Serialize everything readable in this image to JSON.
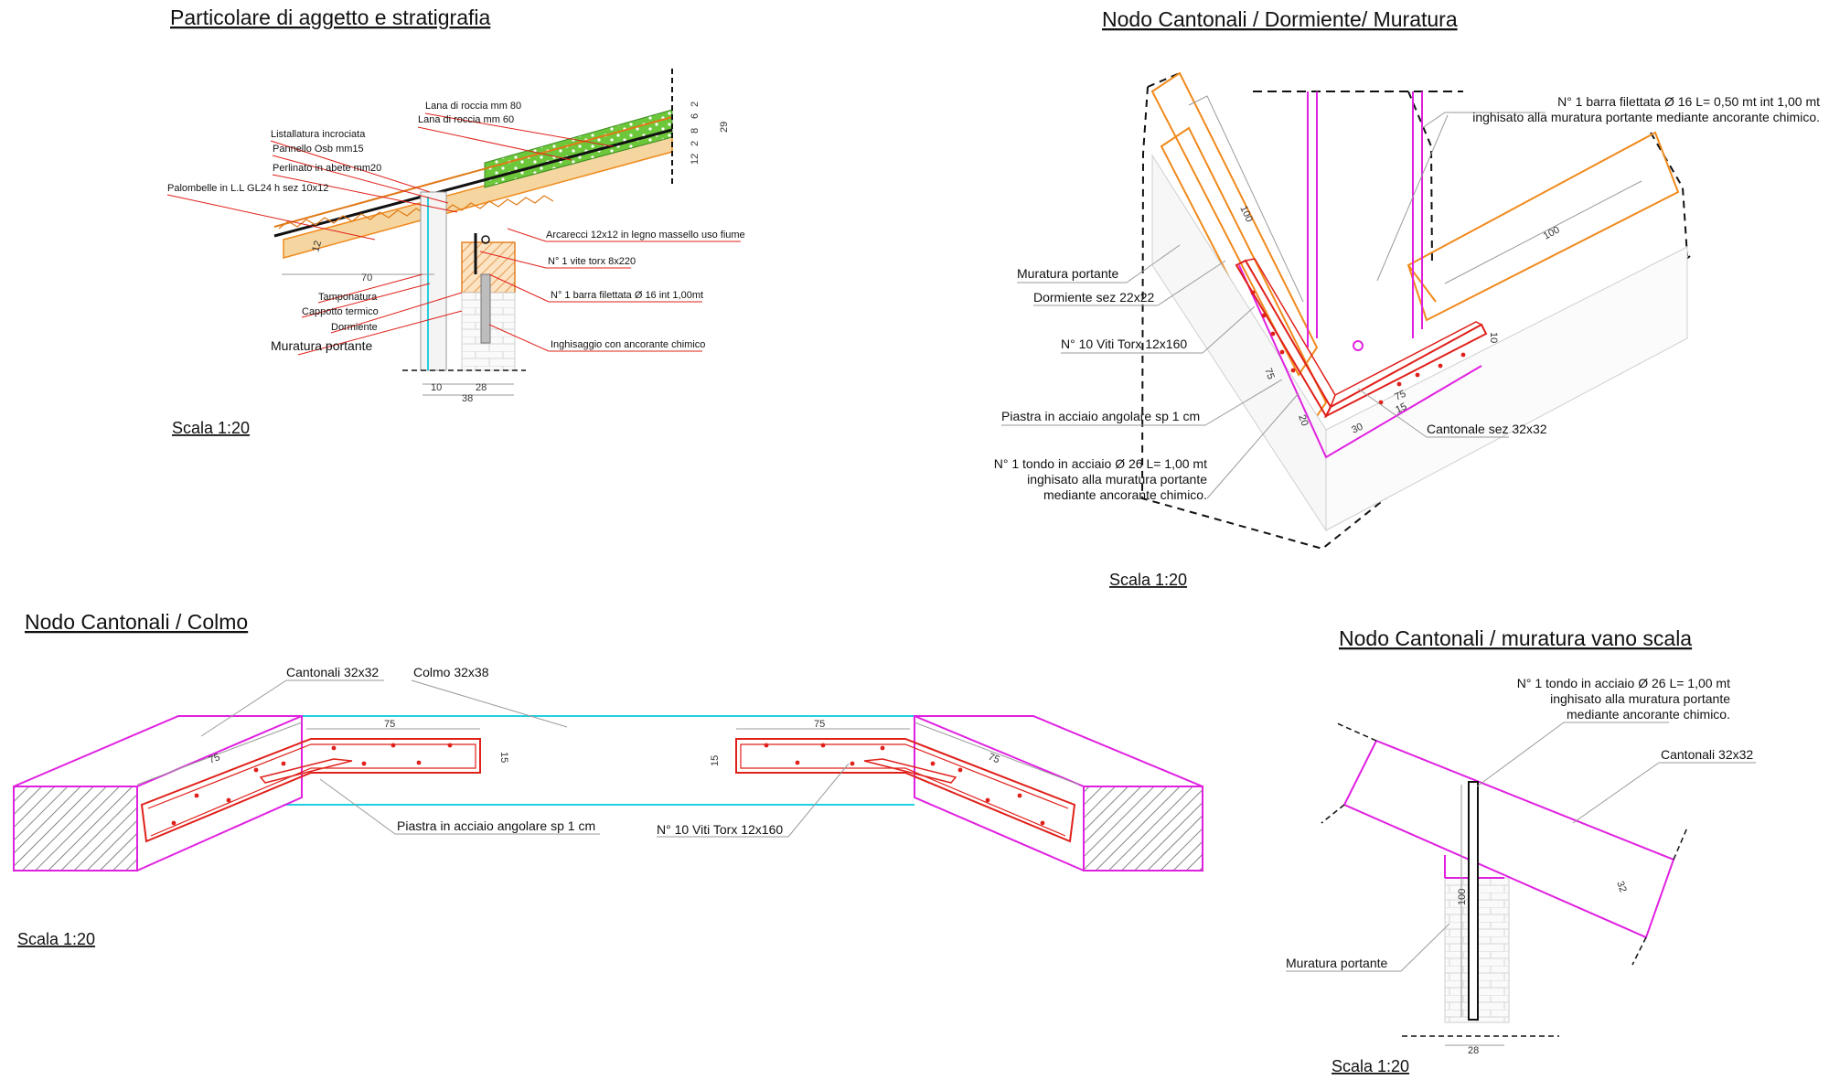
{
  "panels": {
    "p1": {
      "title": "Particolare di aggetto e stratigrafia",
      "scale": "Scala 1:20",
      "labels": [
        "Lana di roccia mm 80",
        "Lana di roccia mm 60",
        "Listallatura incrociata",
        "Pannello Osb mm15",
        "Perlinato in abete mm20",
        "Palombelle in L.L GL24 h sez 10x12",
        "Arcarecci 12x12 in legno massello uso fiume",
        "N° 1 vite torx 8x220",
        "N° 1 barra filettata Ø 16 int 1,00mt",
        "Inghisaggio con ancorante chimico",
        "Tamponatura",
        "Cappotto termico",
        "Dormiente",
        "Muratura portante"
      ],
      "dims": [
        "70",
        "12",
        "10",
        "28",
        "38",
        "29",
        "12",
        "2",
        "8",
        "6",
        "2"
      ]
    },
    "p2": {
      "title": "Nodo Cantonali / Dormiente/ Muratura",
      "scale": "Scala 1:20",
      "note_top": [
        "N° 1 barra filettata Ø 16 L= 0,50 mt int 1,00 mt",
        "inghisato alla muratura portante mediante ancorante chimico."
      ],
      "labels": [
        "Muratura portante",
        "Dormiente sez 22x22",
        "N° 10 Viti Torx 12x160",
        "Piastra in acciaio angolare sp 1 cm",
        "Cantonale sez 32x32"
      ],
      "note_bottom": [
        "N° 1 tondo in acciaio Ø 26 L= 1,00 mt",
        "inghisato alla muratura portante",
        "mediante ancorante chimico."
      ],
      "dims": [
        "100",
        "100",
        "10",
        "75",
        "75",
        "30",
        "15",
        "20"
      ]
    },
    "p3": {
      "title": "Nodo Cantonali / Colmo",
      "scale": "Scala 1:20",
      "labels": [
        "Cantonali 32x32",
        "Colmo 32x38",
        "Piastra in acciaio angolare sp 1 cm",
        "N° 10 Viti Torx 12x160"
      ],
      "dims": [
        "75",
        "75",
        "75",
        "75",
        "15",
        "15"
      ]
    },
    "p4": {
      "title": "Nodo Cantonali / muratura vano scala",
      "scale": "Scala 1:20",
      "note": [
        "N° 1 tondo in acciaio Ø 26 L= 1,00 mt",
        "inghisato alla muratura portante",
        "mediante ancorante chimico."
      ],
      "labels": [
        "Cantonali 32x32",
        "Muratura portante"
      ],
      "dims": [
        "32",
        "100",
        "28"
      ]
    }
  },
  "colors": {
    "steel_plate": "#e0201a",
    "beam_outline": "#e020e0",
    "timber_outline": "#f08a1c",
    "ridge_outline": "#22cfe0",
    "leader": "#9a9a9a",
    "insulation": "#6cc83a",
    "timber_fill": "#f5d6a0"
  }
}
